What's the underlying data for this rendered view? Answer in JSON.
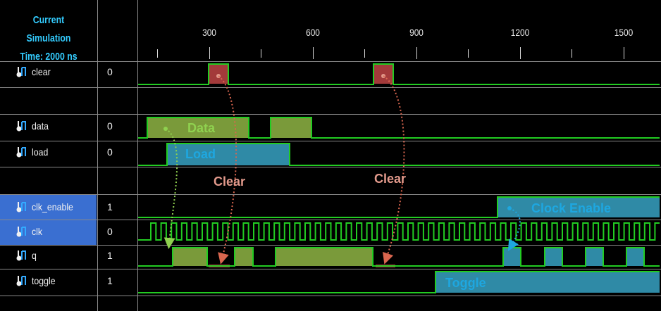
{
  "header": {
    "title_line1": "Current Simulation",
    "title_line2": "Time: 2000 ns"
  },
  "timeline": {
    "ticks": [
      "300",
      "600",
      "900",
      "1200",
      "1500"
    ]
  },
  "signals": [
    {
      "name": "clear",
      "value": "0",
      "icon": "signal-icon"
    },
    {
      "name": "data",
      "value": "0",
      "icon": "signal-icon"
    },
    {
      "name": "load",
      "value": "0",
      "icon": "signal-icon"
    },
    {
      "name": "clk_enable",
      "value": "1",
      "icon": "signal-icon",
      "selected": true
    },
    {
      "name": "clk",
      "value": "0",
      "icon": "signal-icon",
      "selected": true
    },
    {
      "name": "q",
      "value": "1",
      "icon": "signal-icon"
    },
    {
      "name": "toggle",
      "value": "1",
      "icon": "signal-icon"
    }
  ],
  "annotations": {
    "data": "Data",
    "load": "Load",
    "clear1": "Clear",
    "clear2": "Clear",
    "clock_enable": "Clock Enable",
    "toggle": "Toggle"
  },
  "colors": {
    "wave_green": "#22cc22",
    "data_fill": "#7a9a3a",
    "load_fill": "#2f8aa6",
    "clear_fill": "#a33a3a",
    "annot_green": "#8fd14f",
    "annot_blue": "#1ea7e0",
    "annot_red": "#e39a8c",
    "selected_row": "#3a6fd1",
    "title": "#33ccff"
  }
}
